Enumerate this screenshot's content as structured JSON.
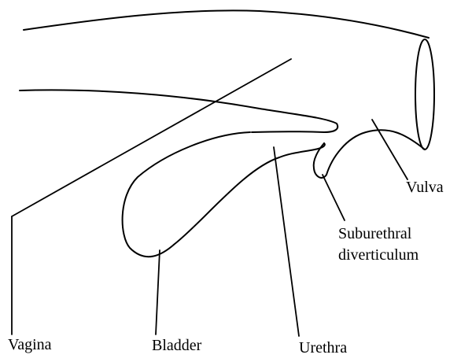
{
  "labels": {
    "vagina": "Vagina",
    "bladder": "Bladder",
    "urethra": "Urethra",
    "vulva": "Vulva",
    "diverticulum_line1": "Suburethral",
    "diverticulum_line2": "diverticulum"
  }
}
